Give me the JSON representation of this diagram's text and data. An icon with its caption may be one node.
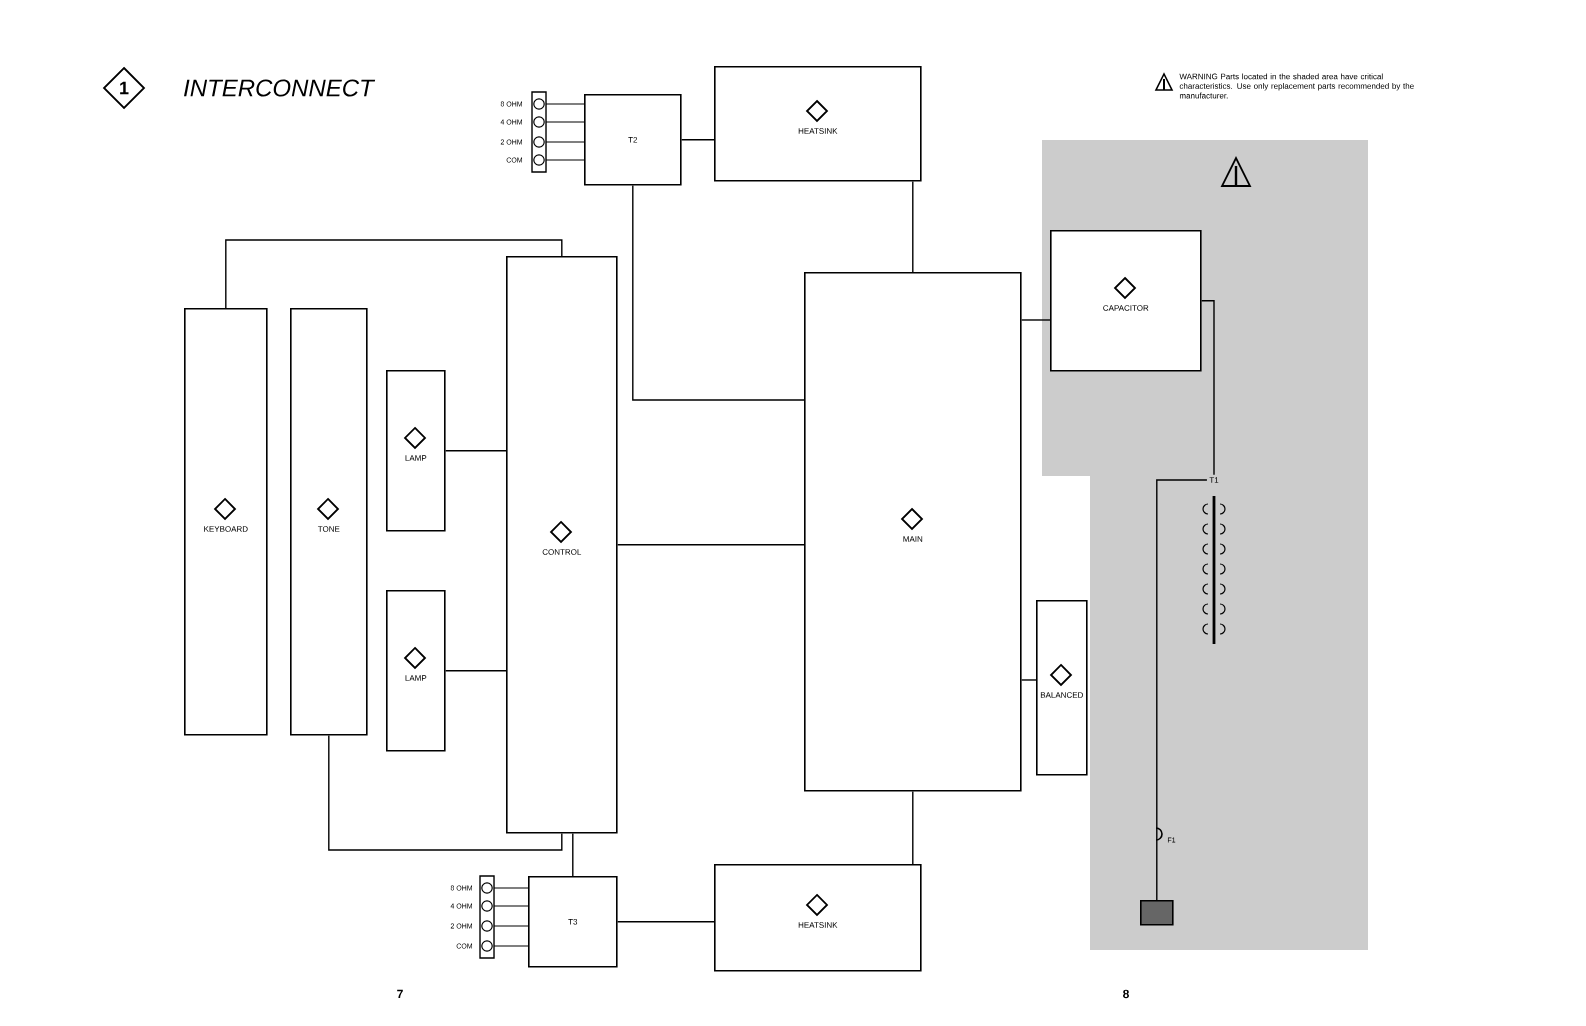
{
  "diagram": {
    "title": "INTERCONNECT",
    "nodes": [
      {
        "text": [
          "T2"
        ]
      },
      {
        "text": [
          "HEATSINK"
        ]
      },
      {
        "text": [
          "KEYBOARD"
        ]
      },
      {
        "text": [
          "TONE"
        ]
      },
      {
        "text": [
          "LAMP"
        ]
      },
      {
        "text": [
          "CONTROL"
        ]
      },
      {
        "text": [
          "LAMP"
        ]
      },
      {
        "text": [
          "MAIN"
        ]
      },
      {
        "text": [
          "CAPACITOR"
        ]
      },
      {
        "text": [
          "BALANCED"
        ]
      },
      {
        "text": [
          "T1"
        ]
      },
      {
        "text": [
          "T3"
        ]
      },
      {
        "text": [
          "HEATSINK"
        ]
      },
      {
        "text": [],
        "shape": "box"
      }
    ],
    "edges": [
      {
        "from": 0,
        "to": 1,
        "arrow": "none"
      },
      {
        "from": 2,
        "to": 5,
        "arrow": "none"
      },
      {
        "from": 3,
        "to": 5,
        "arrow": "none"
      },
      {
        "from": 4,
        "to": 5,
        "arrow": "none"
      },
      {
        "from": 6,
        "to": 5,
        "arrow": "none"
      },
      {
        "from": 5,
        "to": 7,
        "arrow": "none"
      },
      {
        "from": 7,
        "to": 1,
        "arrow": "none"
      },
      {
        "from": 7,
        "to": 12,
        "arrow": "none"
      },
      {
        "from": 7,
        "to": 8,
        "arrow": "none"
      },
      {
        "from": 7,
        "to": 9,
        "arrow": "none"
      },
      {
        "from": 8,
        "to": 10,
        "arrow": "none"
      },
      {
        "from": 10,
        "to": 13,
        "arrow": "none"
      },
      {
        "from": 11,
        "to": 12,
        "arrow": "none"
      },
      {
        "from": 0,
        "to": 7,
        "arrow": "none"
      },
      {
        "from": 11,
        "to": 5,
        "arrow": "none"
      }
    ],
    "labels": [
      "1",
      "8 OHM",
      "4 OHM",
      "2 OHM",
      "COM",
      "WARNING Parts located in the shaded area have critical characteristics. Use only replacement parts recommended by the manufacturer.",
      "F1",
      "8 OHM",
      "4 OHM",
      "2 OHM",
      "COM",
      "7",
      "8"
    ]
  }
}
